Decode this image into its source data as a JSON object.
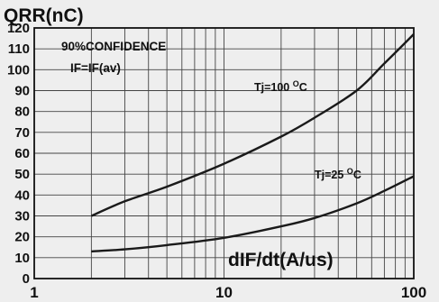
{
  "chart_data": {
    "type": "line",
    "title": "QRR(nC)",
    "xlabel": "dIF/dt(A/us)",
    "ylabel": "",
    "xscale": "log",
    "xlim": [
      1,
      100
    ],
    "ylim": [
      0,
      120
    ],
    "xticks": [
      "1",
      "10",
      "100"
    ],
    "yticks": [
      "0",
      "10",
      "20",
      "30",
      "40",
      "50",
      "60",
      "70",
      "80",
      "90",
      "100",
      "110",
      "120"
    ],
    "grid": true,
    "annotations": [
      "90%CONFIDENCE",
      "IF=IF(av)"
    ],
    "series": [
      {
        "name": "Tj=100 °C",
        "name_main": "Tj=100 ",
        "name_sup": "O",
        "name_unit": "C",
        "x": [
          2,
          3,
          5,
          10,
          20,
          30,
          50,
          70,
          100
        ],
        "y": [
          30,
          37,
          44,
          55,
          68,
          77,
          90,
          103,
          117
        ]
      },
      {
        "name": "Tj=25 °C",
        "name_main": "Tj=25 ",
        "name_sup": "O",
        "name_unit": "C",
        "x": [
          2,
          3,
          5,
          10,
          20,
          30,
          50,
          70,
          100
        ],
        "y": [
          13,
          14,
          16,
          19.5,
          25,
          29,
          36,
          42,
          49
        ]
      }
    ]
  }
}
